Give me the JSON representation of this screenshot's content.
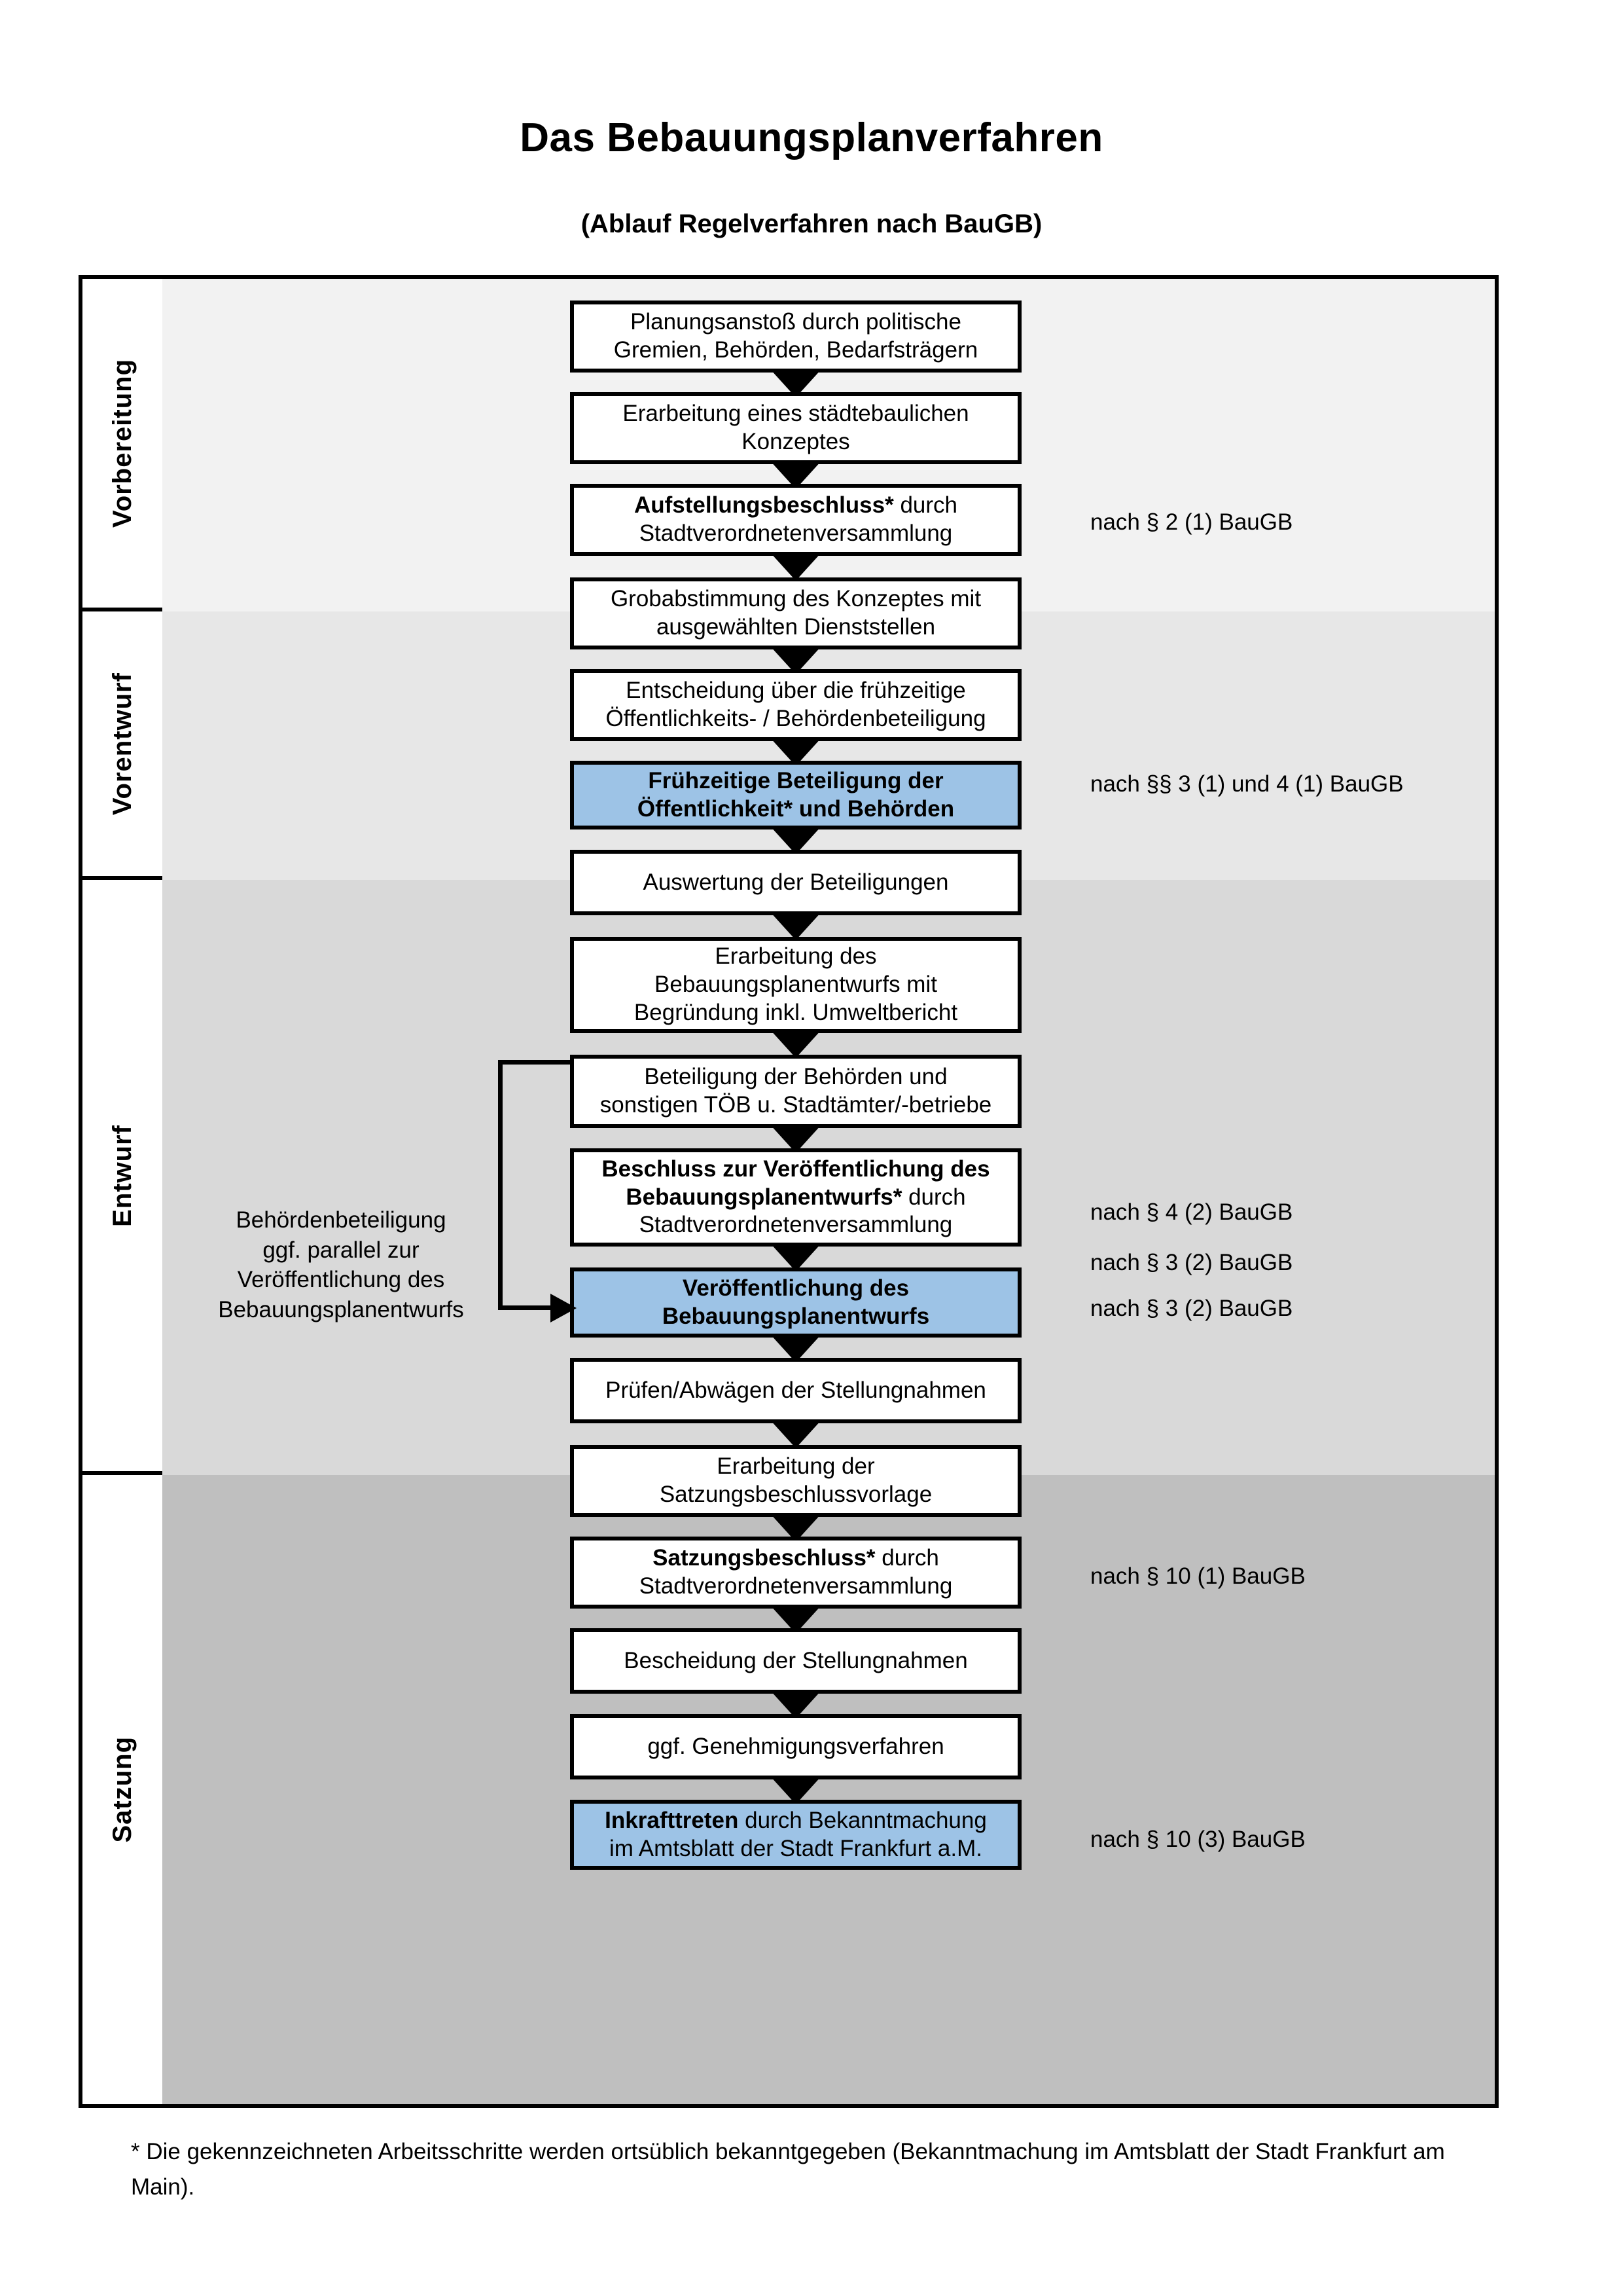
{
  "title": "Das Bebauungsplanverfahren",
  "subtitle": "(Ablauf Regelverfahren nach BauGB)",
  "colors": {
    "highlight_blue": "#9DC3E6",
    "band_vorbereitung": "#F2F2F2",
    "band_vorentwurf": "#E7E7E7",
    "band_entwurf": "#D9D9D9",
    "band_satzung": "#BFBFBF",
    "border": "#000000"
  },
  "phases": [
    {
      "label": "Vorbereitung"
    },
    {
      "label": "Vorentwurf"
    },
    {
      "label": "Entwurf"
    },
    {
      "label": "Satzung"
    }
  ],
  "steps": [
    {
      "id": "planungsanstoss",
      "lines": [
        "Planungsanstoß durch politische",
        "Gremien, Behörden, Bedarfsträgern"
      ],
      "bold_prefix": "",
      "highlighted": false
    },
    {
      "id": "konzept",
      "lines": [
        "Erarbeitung eines städtebaulichen",
        "Konzeptes"
      ],
      "bold_prefix": "",
      "highlighted": false
    },
    {
      "id": "aufstellungsbeschluss",
      "lines": [
        "Aufstellungsbeschluss* durch",
        "Stadtverordnetenversammlung"
      ],
      "bold_prefix": "Aufstellungsbeschluss*",
      "highlighted": false
    },
    {
      "id": "grobabstimmung",
      "lines": [
        "Grobabstimmung des Konzeptes mit",
        "ausgewählten Dienststellen"
      ],
      "bold_prefix": "",
      "highlighted": false
    },
    {
      "id": "entscheidung-fruehzeitig",
      "lines": [
        "Entscheidung über die frühzeitige",
        "Öffentlichkeits- / Behördenbeteiligung"
      ],
      "bold_prefix": "",
      "highlighted": false
    },
    {
      "id": "fruehzeitige-beteiligung",
      "lines": [
        "Frühzeitige Beteiligung der",
        "Öffentlichkeit* und Behörden"
      ],
      "bold_prefix": "ALL",
      "highlighted": true
    },
    {
      "id": "auswertung",
      "lines": [
        "Auswertung der Beteiligungen"
      ],
      "bold_prefix": "",
      "highlighted": false
    },
    {
      "id": "erarbeitung-entwurf",
      "lines": [
        "Erarbeitung des",
        "Bebauungsplanentwurfs mit",
        "Begründung inkl. Umweltbericht"
      ],
      "bold_prefix": "",
      "highlighted": false
    },
    {
      "id": "beteiligung-behoerden",
      "lines": [
        "Beteiligung der Behörden und",
        "sonstigen TÖB u. Stadtämter/-betriebe"
      ],
      "bold_prefix": "",
      "highlighted": false
    },
    {
      "id": "beschluss-veroeffentlichung",
      "lines": [
        "Beschluss zur Veröffentlichung des",
        "Bebauungsplanentwurfs* durch",
        "Stadtverordnetenversammlung"
      ],
      "bold_prefix": "Beschluss zur Veröffentlichung des Bebauungsplanentwurfs*",
      "highlighted": false
    },
    {
      "id": "veroeffentlichung",
      "lines": [
        "Veröffentlichung des",
        "Bebauungsplanentwurfs"
      ],
      "bold_prefix": "ALL",
      "highlighted": true
    },
    {
      "id": "pruefen-abwaegen",
      "lines": [
        "Prüfen/Abwägen der Stellungnahmen"
      ],
      "bold_prefix": "",
      "highlighted": false
    },
    {
      "id": "satzungsbeschlussvorlage",
      "lines": [
        "Erarbeitung der",
        "Satzungsbeschlussvorlage"
      ],
      "bold_prefix": "",
      "highlighted": false
    },
    {
      "id": "satzungsbeschluss",
      "lines": [
        "Satzungsbeschluss* durch",
        "Stadtverordnetenversammlung"
      ],
      "bold_prefix": "Satzungsbeschluss*",
      "highlighted": false
    },
    {
      "id": "bescheidung",
      "lines": [
        "Bescheidung der Stellungnahmen"
      ],
      "bold_prefix": "",
      "highlighted": false
    },
    {
      "id": "genehmigungsverfahren",
      "lines": [
        "ggf. Genehmigungsverfahren"
      ],
      "bold_prefix": "",
      "highlighted": false
    },
    {
      "id": "inkrafttreten",
      "lines": [
        "Inkrafttreten durch Bekanntmachung",
        "im Amtsblatt der Stadt Frankfurt a.M."
      ],
      "bold_prefix": "Inkrafttreten",
      "highlighted": true
    }
  ],
  "legal_refs": [
    {
      "id": "ref-p2-1",
      "text": "nach § 2 (1) BauGB"
    },
    {
      "id": "ref-p3-1-p4-1",
      "text": "nach §§ 3 (1) und 4 (1) BauGB"
    },
    {
      "id": "ref-p4-2",
      "text": "nach § 4 (2) BauGB"
    },
    {
      "id": "ref-p3-2-a",
      "text": "nach § 3 (2) BauGB"
    },
    {
      "id": "ref-p3-2-b",
      "text": "nach § 3 (2) BauGB"
    },
    {
      "id": "ref-p10-1",
      "text": "nach § 10 (1) BauGB"
    },
    {
      "id": "ref-p10-3",
      "text": "nach § 10 (3) BauGB"
    }
  ],
  "side_note": {
    "lines": [
      "Behördenbeteiligung",
      "ggf. parallel zur",
      "Veröffentlichung des",
      "Bebauungsplanentwurfs"
    ]
  },
  "footnote": "* Die gekennzeichneten Arbeitsschritte werden ortsüblich bekanntgegeben (Bekanntmachung im Amtsblatt  der Stadt Frankfurt am Main)."
}
